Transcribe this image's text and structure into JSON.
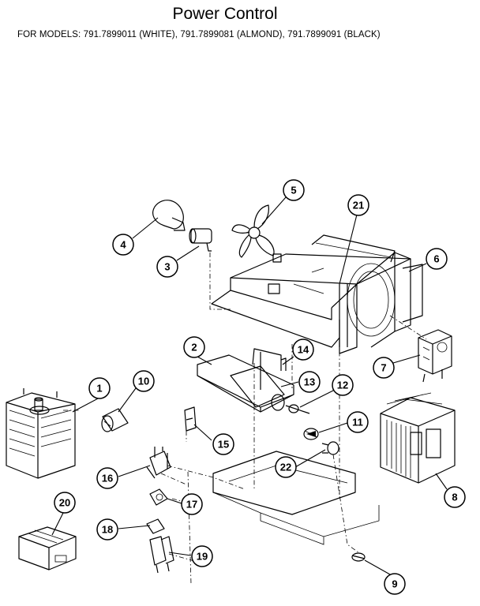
{
  "header": {
    "title": "Power Control",
    "models": "FOR MODELS:  791.7899011 (WHITE), 791.7899081 (ALMOND), 791.7899091 (BLACK)"
  },
  "callouts": [
    "1",
    "2",
    "3",
    "4",
    "5",
    "6",
    "7",
    "8",
    "9",
    "10",
    "11",
    "12",
    "13",
    "14",
    "15",
    "16",
    "17",
    "18",
    "19",
    "20",
    "21",
    "22"
  ]
}
